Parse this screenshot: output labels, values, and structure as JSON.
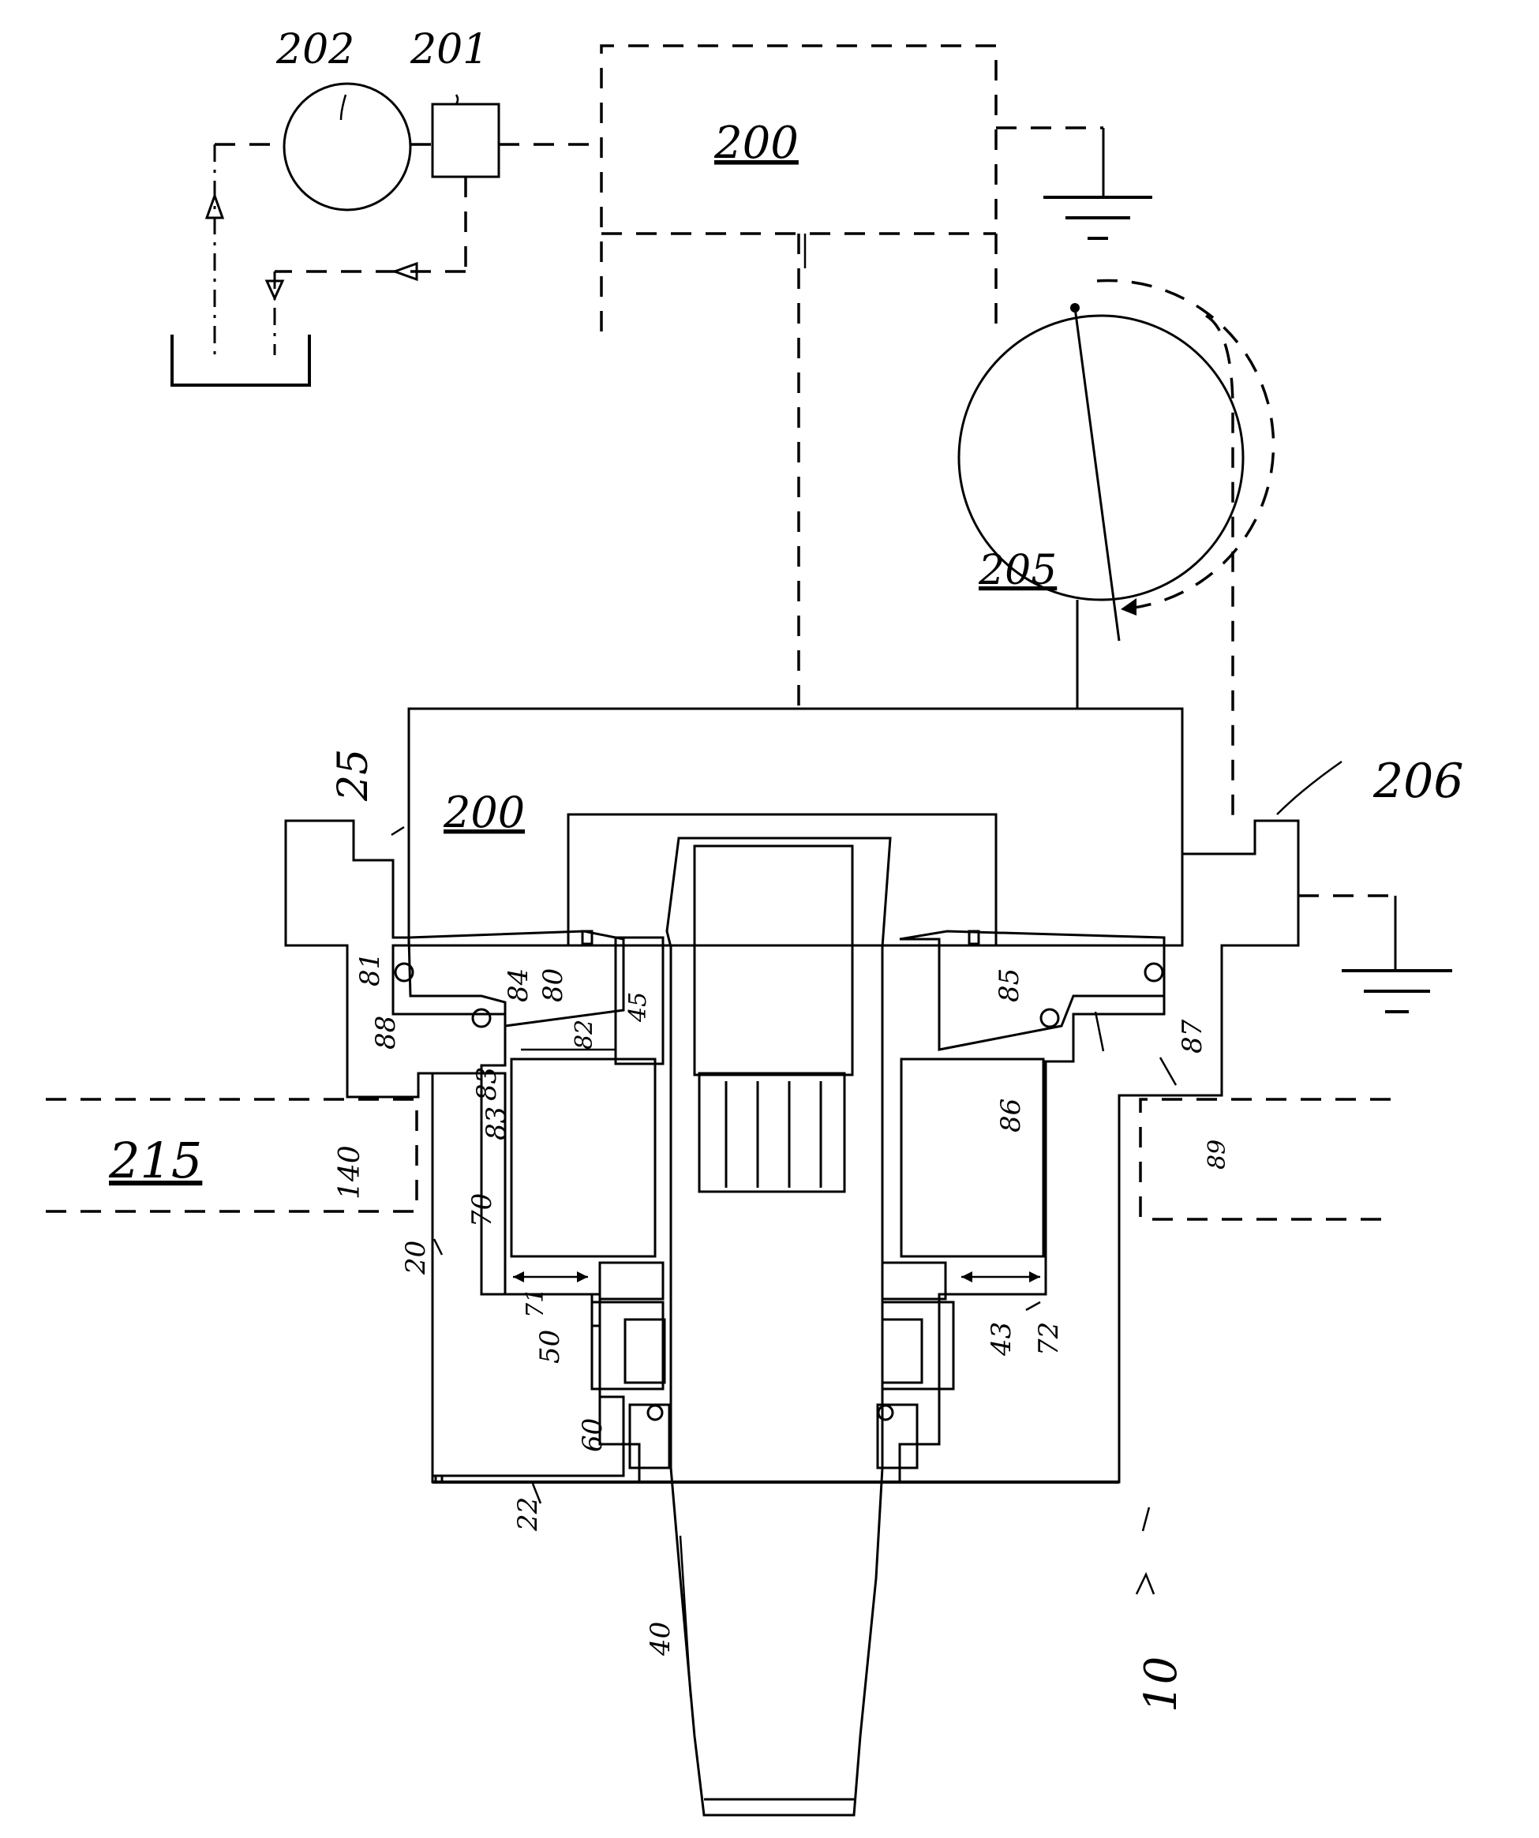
{
  "labels": {
    "l202": "202",
    "l201": "201",
    "l200_top": "200",
    "l200_mid": "200",
    "l205": "205",
    "l206": "206",
    "l25": "25",
    "l215": "215",
    "l140": "140",
    "l81": "81",
    "l88": "88",
    "l84": "84",
    "l80": "80",
    "l82": "82",
    "l45": "45",
    "l83a": "83",
    "l83b": "83",
    "l85": "85",
    "l86": "86",
    "l87": "87",
    "l89": "89",
    "l70": "70",
    "l20": "20",
    "l71": "71",
    "l50": "50",
    "l60": "60",
    "l22": "22",
    "l43": "43",
    "l72": "72",
    "l40": "40",
    "l10": "10"
  }
}
